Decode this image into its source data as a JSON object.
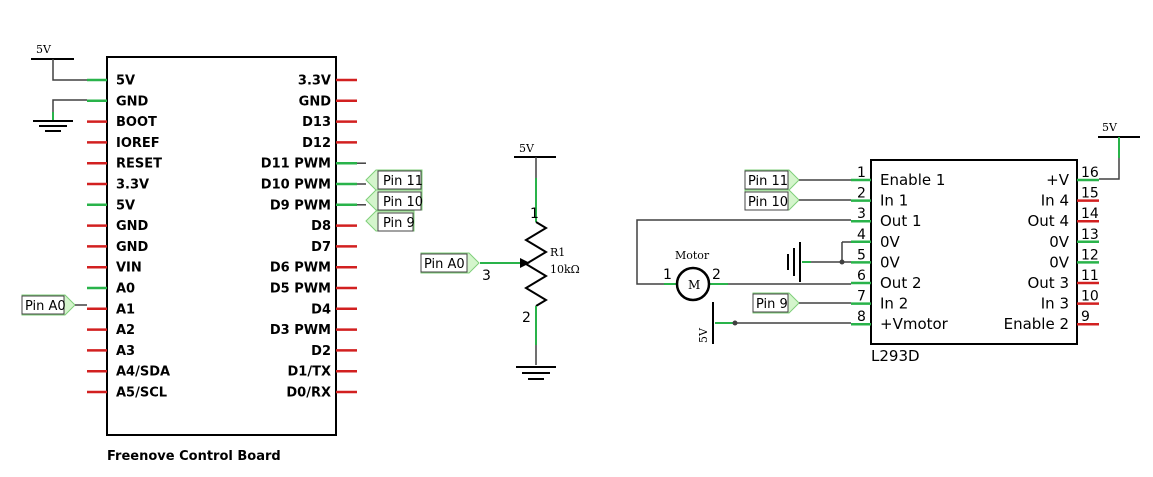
{
  "board": {
    "title": "Freenove Control Board",
    "left_pins": [
      "5V",
      "GND",
      "BOOT",
      "IOREF",
      "RESET",
      "3.3V",
      "5V",
      "GND",
      "GND",
      "VIN",
      "A0",
      "A1",
      "A2",
      "A3",
      "A4/SDA",
      "A5/SCL"
    ],
    "right_pins": [
      "3.3V",
      "GND",
      "D13",
      "D12",
      "D11 PWM",
      "D10 PWM",
      "D9 PWM",
      "D8",
      "D7",
      "D6 PWM",
      "D5 PWM",
      "D4",
      "D3 PWM",
      "D2",
      "D1/TX",
      "D0/RX"
    ],
    "supply_label": "5V"
  },
  "net_labels": {
    "pin_11": "Pin 11",
    "pin_10": "Pin 10",
    "pin_9": "Pin 9",
    "pin_a0": "Pin A0"
  },
  "potentiometer": {
    "name": "R1",
    "value": "10kΩ",
    "supply_label": "5V",
    "pin_wiper": "3",
    "pin_top": "1",
    "pin_bottom": "2"
  },
  "motor": {
    "name": "Motor",
    "symbol": "M",
    "pin1": "1",
    "pin2": "2",
    "supply_label": "5V"
  },
  "driver": {
    "name": "L293D",
    "supply_label": "5V",
    "left_pins": [
      {
        "num": "1",
        "label": "Enable 1"
      },
      {
        "num": "2",
        "label": "In 1"
      },
      {
        "num": "3",
        "label": "Out 1"
      },
      {
        "num": "4",
        "label": "0V"
      },
      {
        "num": "5",
        "label": "0V"
      },
      {
        "num": "6",
        "label": "Out 2"
      },
      {
        "num": "7",
        "label": "In 2"
      },
      {
        "num": "8",
        "label": "+Vmotor"
      }
    ],
    "right_pins": [
      {
        "num": "16",
        "label": "+V"
      },
      {
        "num": "15",
        "label": "In 4"
      },
      {
        "num": "14",
        "label": "Out 4"
      },
      {
        "num": "13",
        "label": "0V"
      },
      {
        "num": "12",
        "label": "0V"
      },
      {
        "num": "11",
        "label": "Out 3"
      },
      {
        "num": "10",
        "label": "In 3"
      },
      {
        "num": "9",
        "label": "Enable 2"
      }
    ]
  },
  "colors": {
    "pin_red": "#d22020",
    "pin_green": "#29b34a",
    "tag_fill": "#d4f5cc",
    "wire": "#404040"
  }
}
